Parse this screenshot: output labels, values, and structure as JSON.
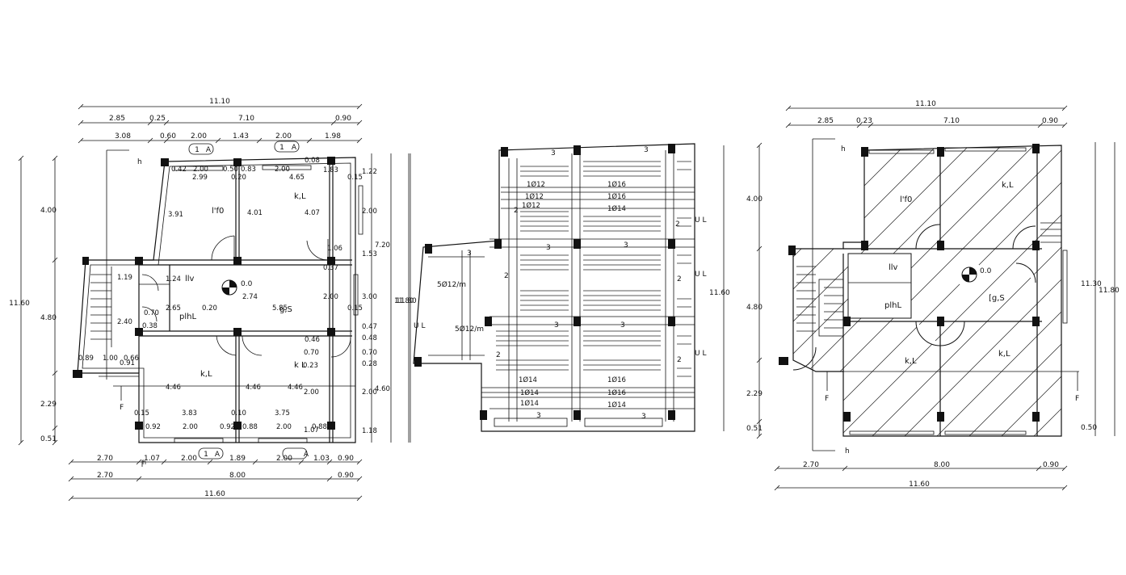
{
  "plans": [
    {
      "id": "architectural",
      "dims_top": [
        {
          "row": 1,
          "values": [
            "11.10"
          ]
        },
        {
          "row": 2,
          "values": [
            "2.85",
            "0.25",
            "7.10",
            "0.90"
          ]
        },
        {
          "row": 3,
          "values": [
            "3.08",
            "0.60",
            "2.00",
            "1.43",
            "2.00",
            "1.98"
          ]
        }
      ],
      "dims_bottom": [
        {
          "row": 1,
          "values": [
            "2.70",
            "1.07",
            "2.00",
            "1.89",
            "2.00",
            "1.03",
            "0.90"
          ]
        },
        {
          "row": 2,
          "values": [
            "2.70",
            "8.00",
            "0.90"
          ]
        },
        {
          "row": 3,
          "values": [
            "11.60"
          ]
        }
      ],
      "dims_left": [
        "4.00",
        "4.80",
        "2.29",
        "0.51",
        "11.60"
      ],
      "dims_right": [
        "1.22",
        "2.00",
        "7.20",
        "1.53",
        "3.00",
        "11.80",
        "0.47",
        "0.48",
        "0.70",
        "0.28",
        "2.00",
        "4.60",
        "1.18"
      ],
      "room_labels": [
        "l'f0",
        "k,L",
        "llv",
        "plhL",
        "g,S",
        "k,L",
        "k L"
      ],
      "level": "0.0",
      "marks": [
        "1",
        "A",
        "h",
        "F"
      ],
      "inner_dims": [
        "0.42",
        "2.00",
        "0.50",
        "0.83",
        "2.00",
        "0.08",
        "1.83",
        "2.99",
        "0.20",
        "4.65",
        "0.15",
        "3.91",
        "4.01",
        "4.07",
        "1.06",
        "0.37",
        "2.74",
        "2.00",
        "0.15",
        "5.85",
        "1.19",
        "1.24",
        "0.70",
        "2.65",
        "0.20",
        "0.38",
        "2.40",
        "0.89",
        "1.00",
        "0.66",
        "0.91",
        "4.46",
        "4.46",
        "4.46",
        "3.83",
        "0.10",
        "3.75",
        "0.92",
        "2.00",
        "0.92",
        "0.88",
        "2.00",
        "0.88",
        "1.07",
        "0.70",
        "0.15",
        "0.23",
        "0.46",
        "2.00"
      ]
    },
    {
      "id": "structural",
      "rebar_labels": [
        "1Ø12",
        "1Ø12",
        "1Ø12",
        "1Ø16",
        "1Ø16",
        "1Ø14",
        "1Ø14",
        "1Ø14",
        "1Ø14",
        "1Ø16",
        "1Ø16",
        "1Ø14"
      ],
      "slab_marks": [
        "3",
        "2",
        "U L",
        "5Ø12/m"
      ],
      "height_dims": [
        "11.80",
        "11.60"
      ]
    },
    {
      "id": "hatched",
      "dims_top": [
        {
          "row": 1,
          "values": [
            "11.10"
          ]
        },
        {
          "row": 2,
          "values": [
            "2.85",
            "0.23",
            "7.10",
            "0.90"
          ]
        }
      ],
      "dims_bottom": [
        {
          "row": 1,
          "values": [
            "2.70",
            "8.00",
            "0.90"
          ]
        },
        {
          "row": 2,
          "values": [
            "11.60"
          ]
        }
      ],
      "dims_left": [
        "4.00",
        "4.80",
        "2.29",
        "0.51"
      ],
      "dims_right": [
        "11.30",
        "11.80",
        "0.50"
      ],
      "room_labels": [
        "l'f0",
        "k,L",
        "llv",
        "plhL",
        "[g,S",
        "k,L",
        "k,L"
      ],
      "level": "0.0",
      "marks": [
        "h",
        "F"
      ]
    }
  ]
}
